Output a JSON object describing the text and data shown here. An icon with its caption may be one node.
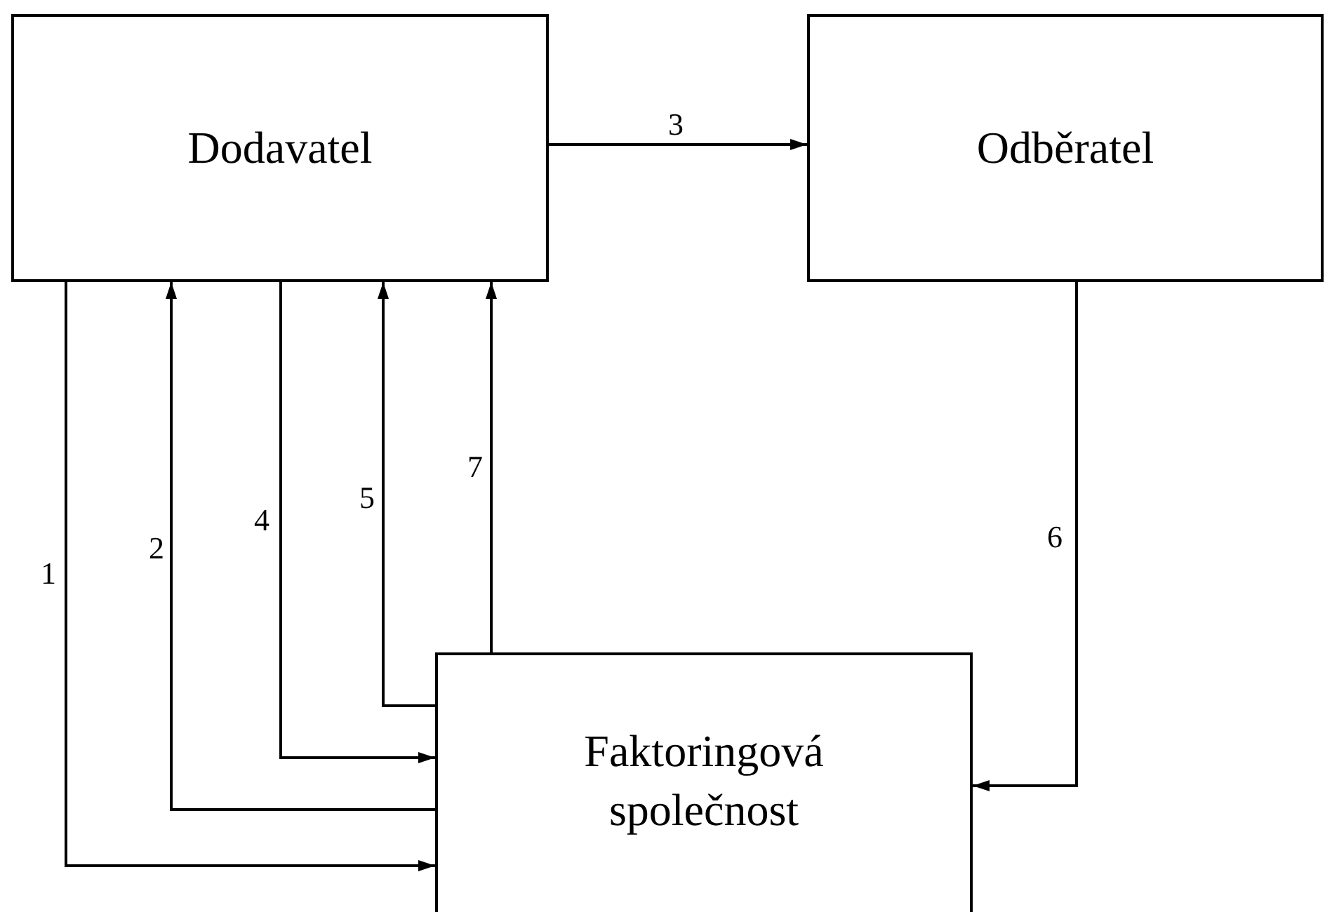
{
  "diagram": {
    "nodes": [
      {
        "text": [
          "Dodavatel"
        ]
      },
      {
        "text": [
          "Odběratel"
        ]
      },
      {
        "text": [
          "Faktoringová společnost"
        ]
      }
    ],
    "edges": [
      {
        "from": 0,
        "to": 2,
        "arrow": "to",
        "label": "1"
      },
      {
        "from": 2,
        "to": 0,
        "arrow": "to",
        "label": "2"
      },
      {
        "from": 0,
        "to": 1,
        "arrow": "to",
        "label": "3"
      },
      {
        "from": 0,
        "to": 2,
        "arrow": "to",
        "label": "4"
      },
      {
        "from": 2,
        "to": 0,
        "arrow": "to",
        "label": "5"
      },
      {
        "from": 1,
        "to": 2,
        "arrow": "to",
        "label": "6"
      },
      {
        "from": 2,
        "to": 0,
        "arrow": "to",
        "label": "7"
      }
    ]
  }
}
